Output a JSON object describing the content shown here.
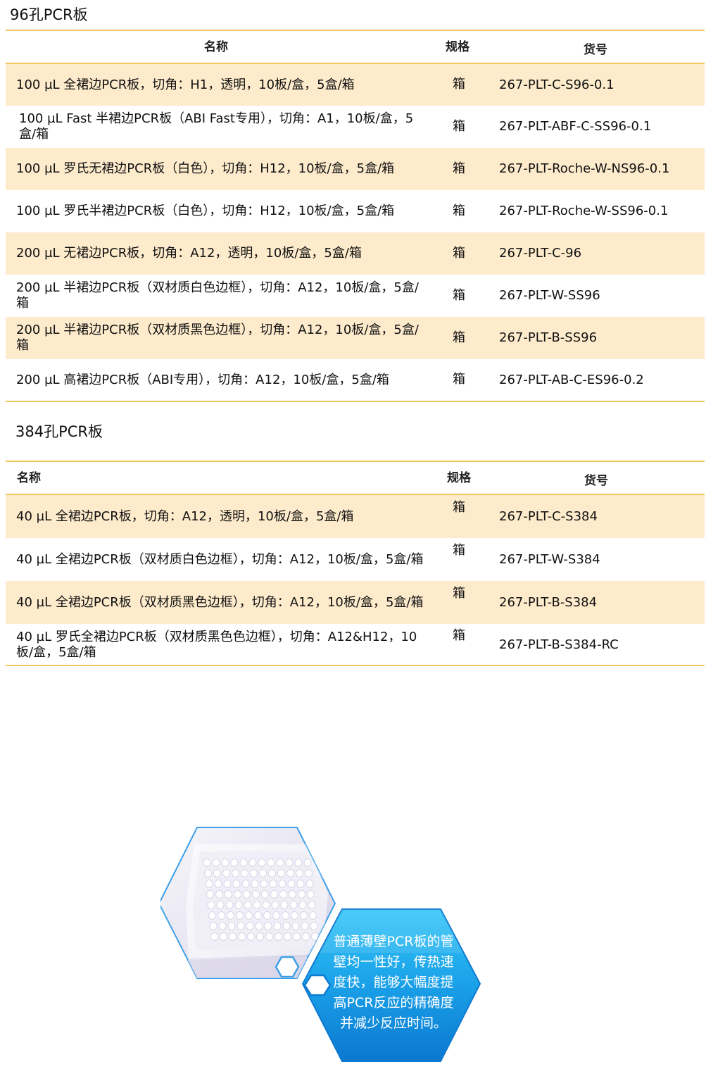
{
  "section96": {
    "title": "96孔PCR板",
    "headers": {
      "name": "名称",
      "spec": "规格",
      "code": "货号"
    },
    "rows": [
      {
        "name": "100 µL 全裙边PCR板，切角：H1，透明，10板/盒，5盒/箱",
        "spec": "箱",
        "code": "267-PLT-C-S96-0.1"
      },
      {
        "name": "100 µL Fast 半裙边PCR板（ABI Fast专用），切角：A1，10板/盒，5盒/箱",
        "spec": "箱",
        "code": "267-PLT-ABF-C-SS96-0.1"
      },
      {
        "name": "100 µL 罗氏无裙边PCR板（白色），切角：H12，10板/盒，5盒/箱",
        "spec": "箱",
        "code": "267-PLT-Roche-W-NS96-0.1"
      },
      {
        "name": "100 µL 罗氏半裙边PCR板（白色），切角：H12，10板/盒，5盒/箱",
        "spec": "箱",
        "code": "267-PLT-Roche-W-SS96-0.1"
      },
      {
        "name": "200 µL 无裙边PCR板，切角：A12，透明，10板/盒，5盒/箱",
        "spec": "箱",
        "code": "267-PLT-C-96"
      },
      {
        "name": "200 µL 半裙边PCR板（双材质白色边框），切角：A12，10板/盒，5盒/箱",
        "spec": "箱",
        "code": "267-PLT-W-SS96"
      },
      {
        "name": "200 µL 半裙边PCR板（双材质黑色边框），切角：A12，10板/盒，5盒/箱",
        "spec": "箱",
        "code": "267-PLT-B-SS96"
      },
      {
        "name": "200 µL 高裙边PCR板（ABI专用），切角：A12，10板/盒，5盒/箱",
        "spec": "箱",
        "code": "267-PLT-AB-C-ES96-0.2"
      }
    ]
  },
  "section384": {
    "title": "384孔PCR板",
    "headers": {
      "name": "名称",
      "spec": "规格",
      "code": "货号"
    },
    "rows": [
      {
        "name": "40 µL 全裙边PCR板，切角：A12，透明，10板/盒，5盒/箱",
        "spec": "箱",
        "code": "267-PLT-C-S384"
      },
      {
        "name": "40 µL 全裙边PCR板（双材质白色边框），切角：A12，10板/盒，5盒/箱",
        "spec": "箱",
        "code": "267-PLT-W-S384"
      },
      {
        "name": "40 µL 全裙边PCR板（双材质黑色边框），切角：A12，10板/盒，5盒/箱",
        "spec": "箱",
        "code": "267-PLT-B-S384"
      },
      {
        "name": "40 µL 罗氏全裙边PCR板（双材质黑色色边框），切角：A12&H12，10板/盒，5盒/箱",
        "spec": "箱",
        "code": "267-PLT-B-S384-RC"
      }
    ]
  },
  "feature": {
    "caption_lines": [
      "普通薄壁PCR板的管",
      "壁均一性好，传热速",
      "度快，能够大幅度提",
      "高PCR反应的精确度",
      "并减少反应时间。"
    ],
    "image_icon": "pcr-plate-photo",
    "accent_color": "#1aa0e8",
    "rule_color": "#f2c75f",
    "shade_color": "#fdebcc"
  }
}
